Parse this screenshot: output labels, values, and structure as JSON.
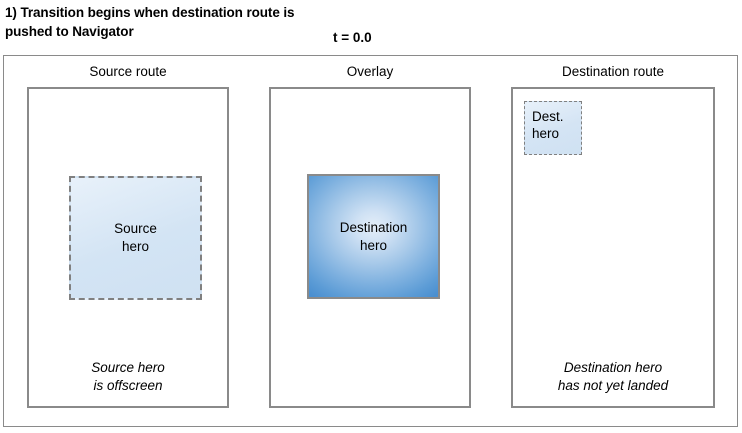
{
  "header": {
    "step_title": "1) Transition begins when destination\nroute is pushed to Navigator",
    "time_label": "t = 0.0"
  },
  "panels": [
    {
      "id": "source-route",
      "title": "Source route",
      "hero": {
        "name": "source-hero",
        "label": "Source\nhero",
        "border_style": "dashed",
        "border_color": "#808080",
        "fill_start": "#e8f1fa",
        "fill_end": "#cfe1f2"
      },
      "caption": "Source hero\nis offscreen"
    },
    {
      "id": "overlay",
      "title": "Overlay",
      "hero": {
        "name": "overlay-hero",
        "label": "Destination\nhero",
        "border_style": "solid",
        "border_color": "#8a8a8a",
        "fill_center": "#e4eef8",
        "fill_edge": "#4a8fd0"
      },
      "caption": ""
    },
    {
      "id": "destination-route",
      "title": "Destination route",
      "hero": {
        "name": "destination-hero",
        "label": "Dest.\nhero",
        "border_style": "dashed",
        "border_color": "#808080",
        "fill_start": "#e8f1fa",
        "fill_end": "#cfe1f2"
      },
      "caption": "Destination hero\nhas not yet landed"
    }
  ],
  "colors": {
    "frame_border": "#8a8a8a",
    "panel_border": "#8a8a8a",
    "background": "#ffffff",
    "text": "#000000"
  }
}
